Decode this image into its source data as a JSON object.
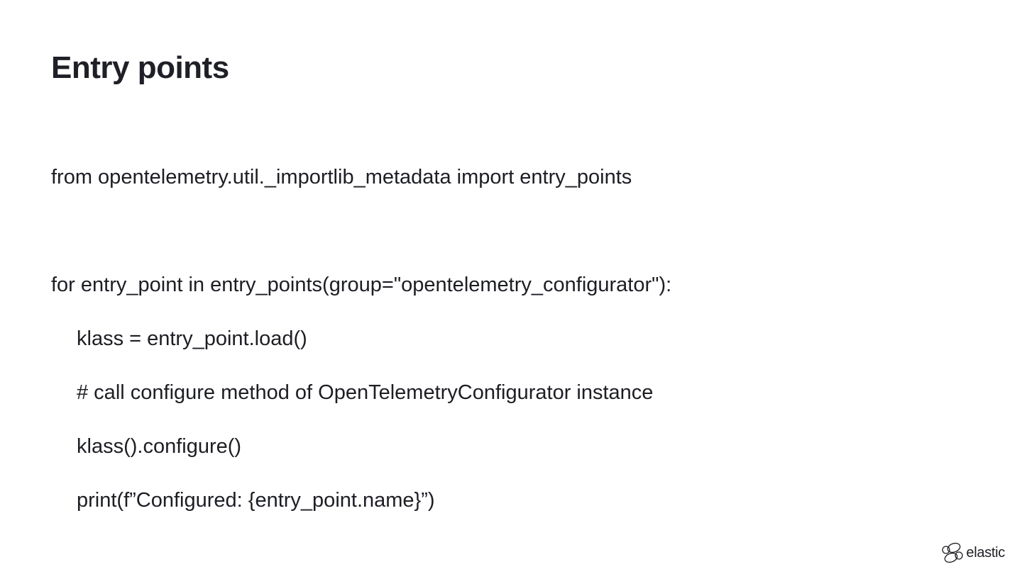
{
  "slide": {
    "title": "Entry points"
  },
  "code": {
    "lines": [
      "from opentelemetry.util._importlib_metadata import entry_points",
      "for entry_point in entry_points(group=\"opentelemetry_configurator\"):",
      "klass = entry_point.load()",
      "# call configure method of OpenTelemetryConfigurator instance",
      "klass().configure()",
      "print(f”Configured: {entry_point.name}”)"
    ]
  },
  "branding": {
    "logo_text": "elastic",
    "logo_icon": "elastic-logo-icon"
  }
}
